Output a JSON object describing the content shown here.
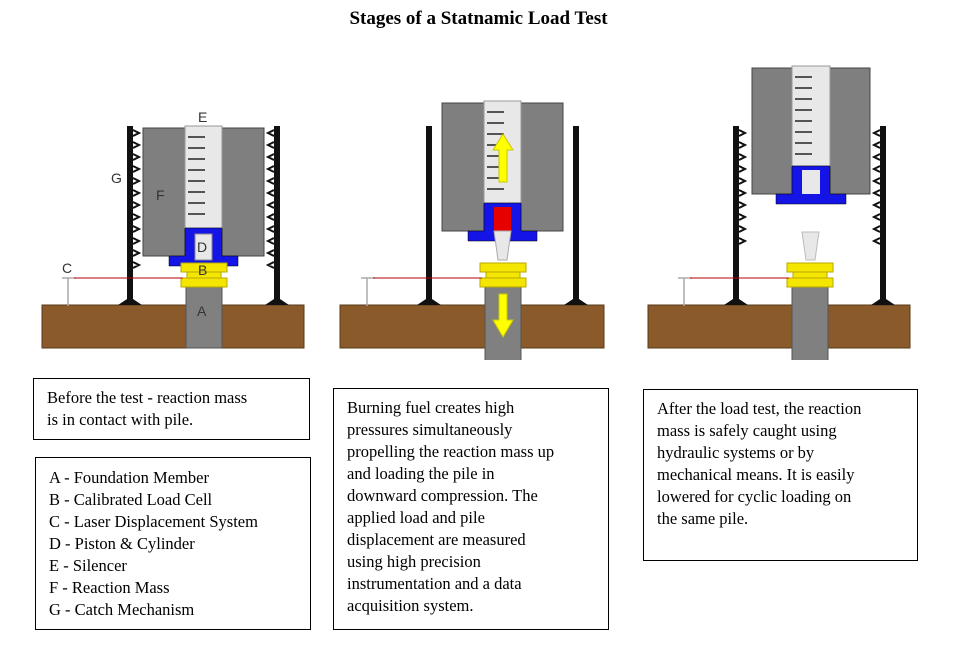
{
  "title": "Stages of a Statnamic Load Test",
  "diagram_labels": {
    "a": "A",
    "b": "B",
    "c": "C",
    "d": "D",
    "e": "E",
    "f": "F",
    "g": "G"
  },
  "captions": {
    "stage1": "Before the test - reaction mass is in contact with pile.",
    "stage2": "Burning fuel creates high pressures simultaneously propelling the reaction mass up and loading the pile in downward compression. The applied load and pile displacement are measured using high precision instrumentation and a data acquisition system.",
    "stage3": "After the load test, the reaction mass is safely caught using hydraulic systems or by mechanical means. It is easily lowered for cyclic loading on the same pile."
  },
  "caption_lines": {
    "stage1": [
      "Before the test - reaction mass",
      "is in contact with pile."
    ],
    "stage2": [
      "Burning fuel creates high",
      "pressures simultaneously",
      "propelling the reaction mass up",
      "and loading the pile in",
      "downward compression. The",
      "applied load and pile",
      "displacement are measured",
      "using high precision",
      "instrumentation and a data",
      "acquisition system."
    ],
    "stage3": [
      "After the load test, the reaction",
      "mass is safely caught using",
      "hydraulic systems or by",
      "mechanical means. It is easily",
      "lowered for cyclic loading on",
      "the same pile."
    ]
  },
  "legend": [
    "A - Foundation Member",
    "B - Calibrated Load Cell",
    "C - Laser Displacement System",
    "D - Piston & Cylinder",
    "E - Silencer",
    "F - Reaction Mass",
    "G - Catch Mechanism"
  ],
  "colors": {
    "soil": "#8B5A2B",
    "pile": "#808080",
    "mass": "#7f7f7f",
    "silencer": "#e8e8e8",
    "piston": "#1414e6",
    "load_cell": "#f5e600",
    "fuel": "#e60000",
    "arrow": "#ffff00",
    "laser": "#b30000"
  },
  "icons": [
    "up-arrow-icon",
    "down-arrow-icon"
  ]
}
